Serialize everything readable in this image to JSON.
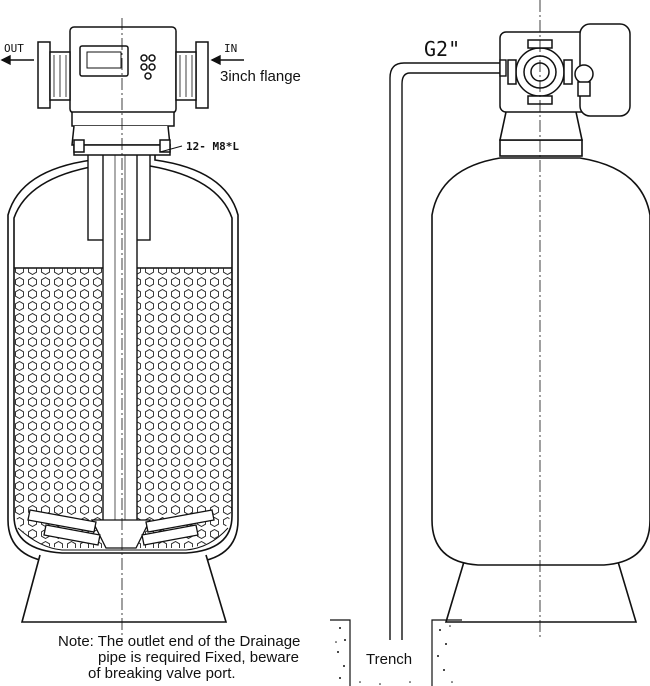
{
  "labels": {
    "out": "OUT",
    "in": "IN",
    "flange": "3inch flange",
    "bolt_spec": "12- M8*L",
    "pipe_size": "G2\"",
    "trench": "Trench"
  },
  "note": {
    "line1": "Note: The outlet end of the Drainage",
    "line2": "pipe is required  Fixed, beware",
    "line3": "of breaking valve port."
  },
  "colors": {
    "ink": "#111111",
    "background": "#ffffff"
  }
}
